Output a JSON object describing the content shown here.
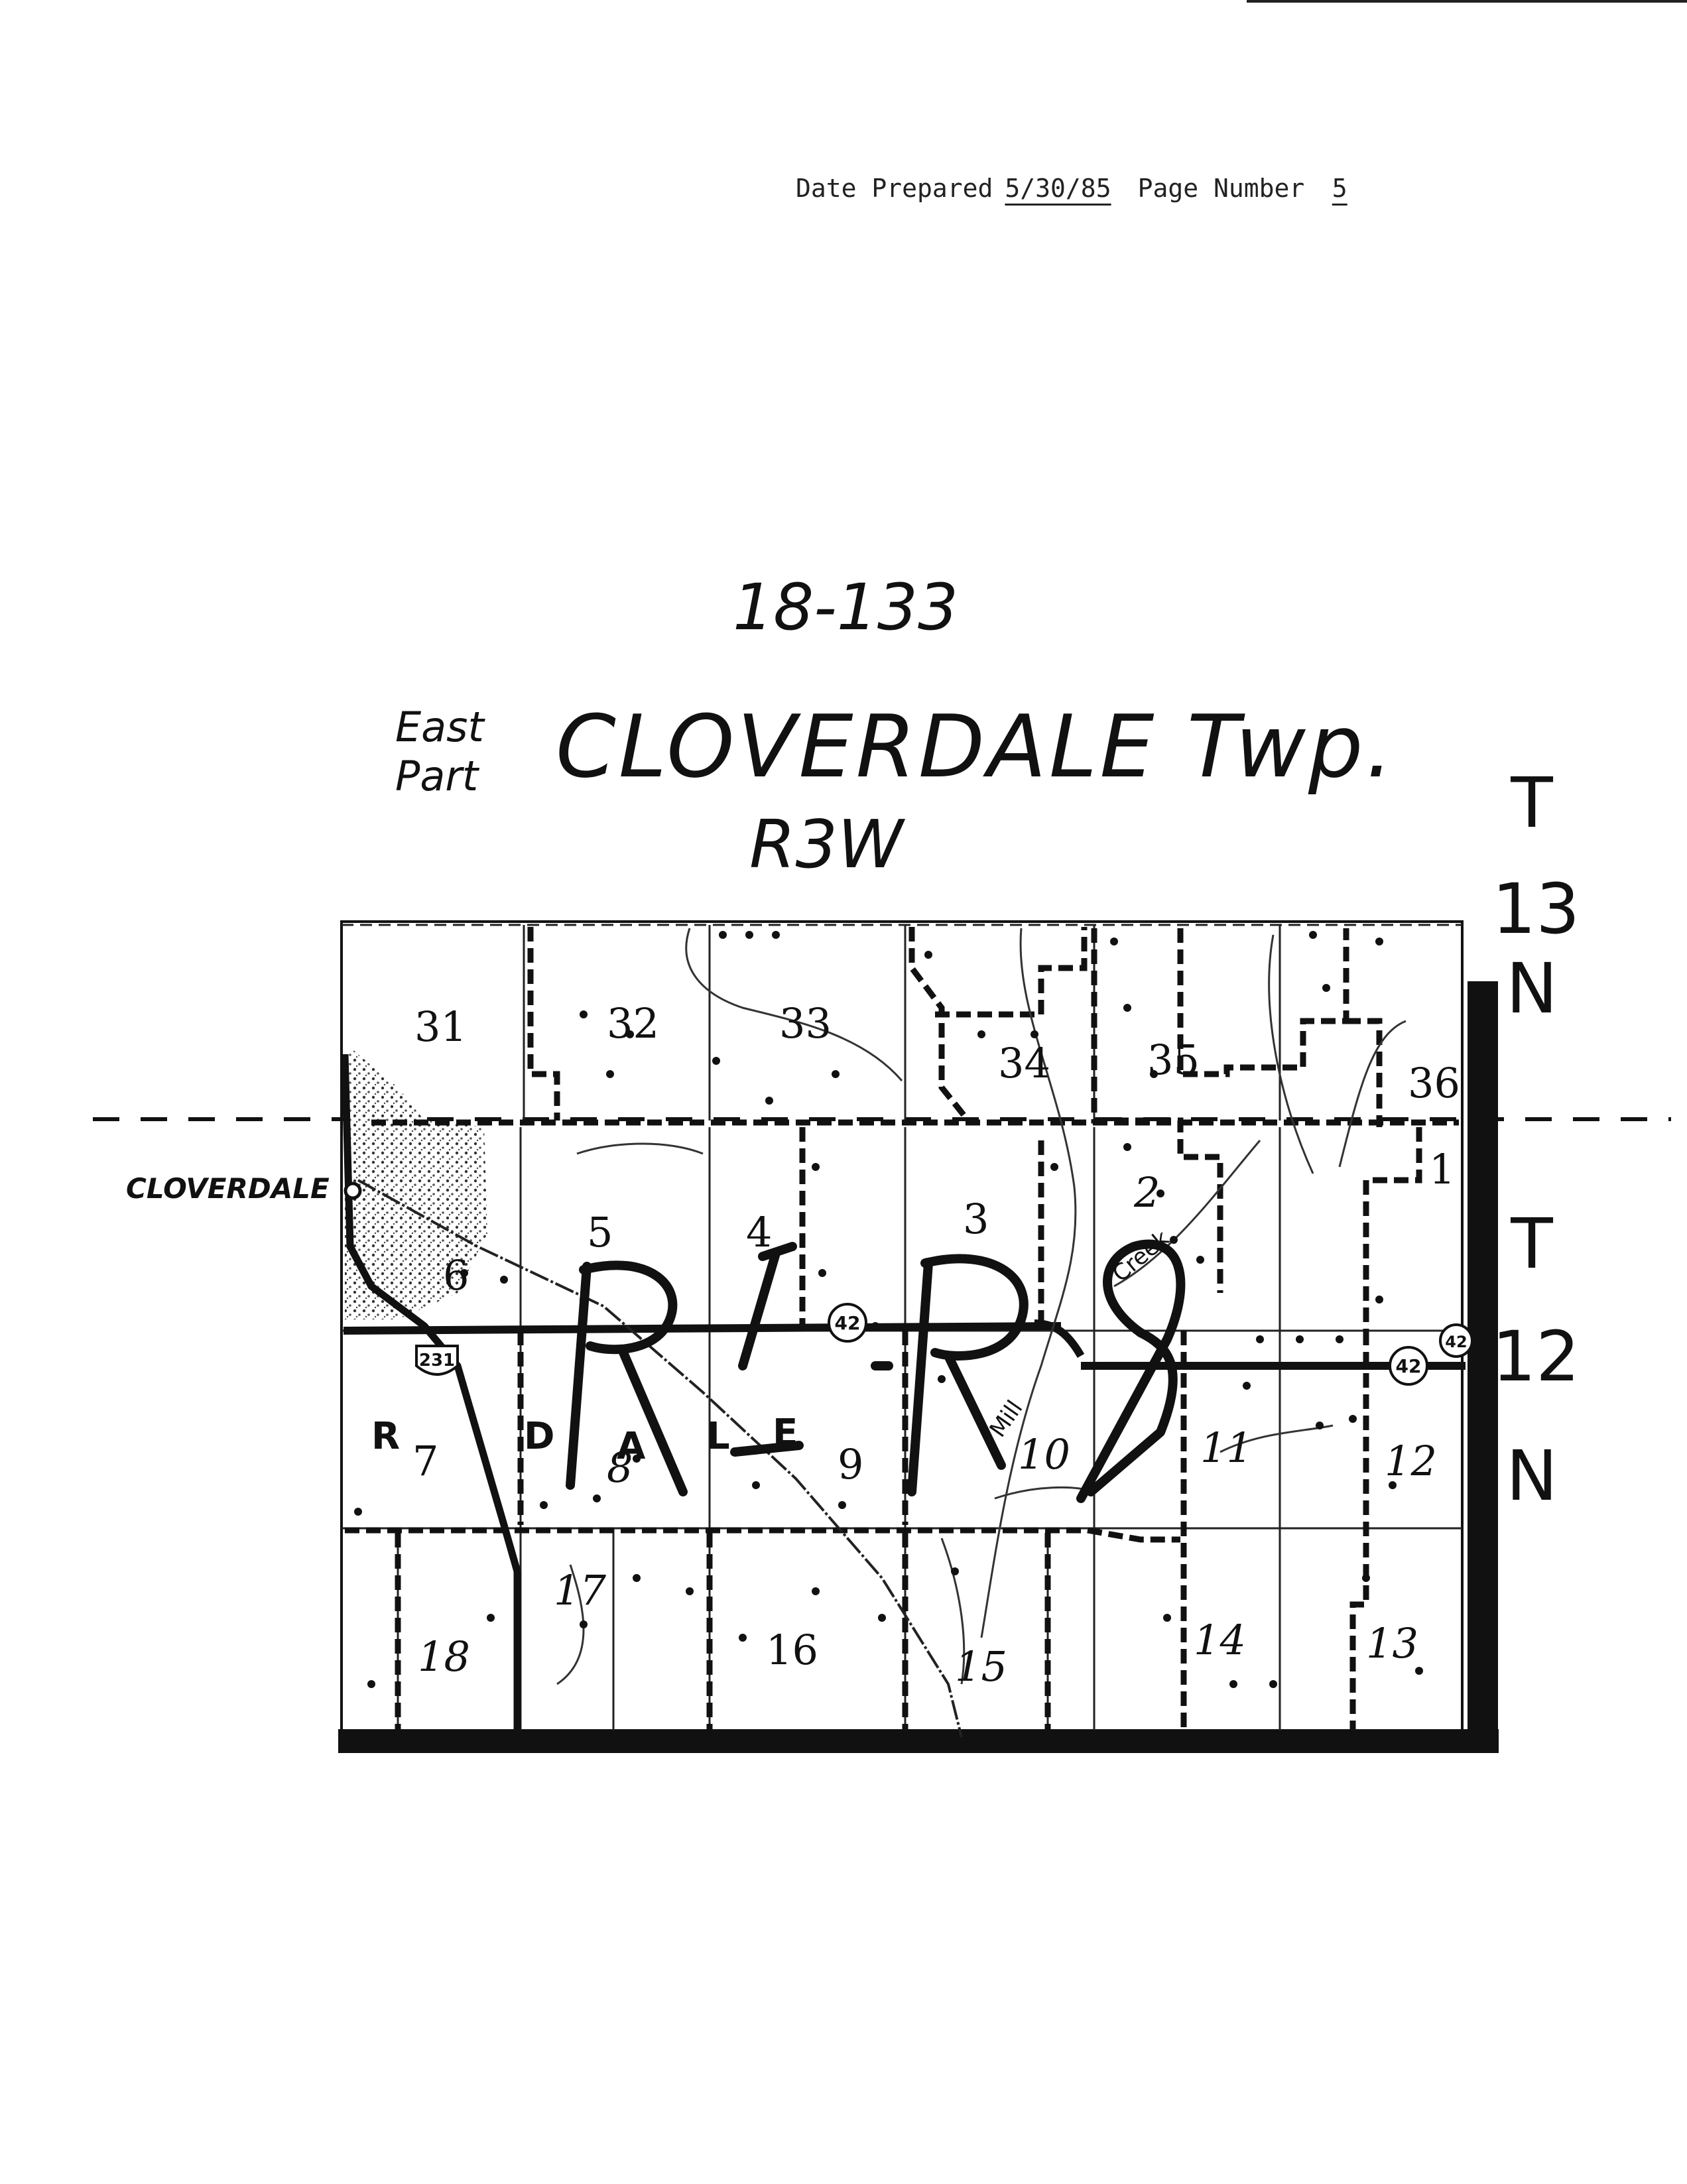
{
  "header": {
    "date_label": "Date Prepared",
    "date_value": "5/30/85",
    "page_label": "Page Number",
    "page_value": "5"
  },
  "document_number": "18-133",
  "title": {
    "east_part_line1": "East",
    "east_part_line2": "Part",
    "township_name": "CLOVERDALE Twp.",
    "range": "R3W"
  },
  "township_labels": {
    "north_t": "T",
    "north_n1": "13",
    "north_n2": "N",
    "south_t": "T",
    "south_n1": "12",
    "south_n2": "N"
  },
  "place_label": "CLOVERDALE",
  "sections": {
    "s31": "31",
    "s32": "32",
    "s33": "33",
    "s34": "34",
    "s35": "35",
    "s36": "36",
    "s1": "1",
    "s2": "2",
    "s3": "3",
    "s4": "4",
    "s5": "5",
    "s6": "6",
    "s7": "7",
    "s8": "8",
    "s9": "9",
    "s10": "10",
    "s11": "11",
    "s12": "12",
    "s13": "13",
    "s14": "14",
    "s15": "15",
    "s16": "16",
    "s17": "17",
    "s18": "18"
  },
  "map_letters": {
    "r": "R",
    "d": "D",
    "a": "A",
    "l": "L",
    "e": "E"
  },
  "route_shields": {
    "sr42_a": "42",
    "sr42_b": "42",
    "sr42_c": "42",
    "us231": "231"
  },
  "creek_label_1": "Mill",
  "creek_label_2": "Creek"
}
